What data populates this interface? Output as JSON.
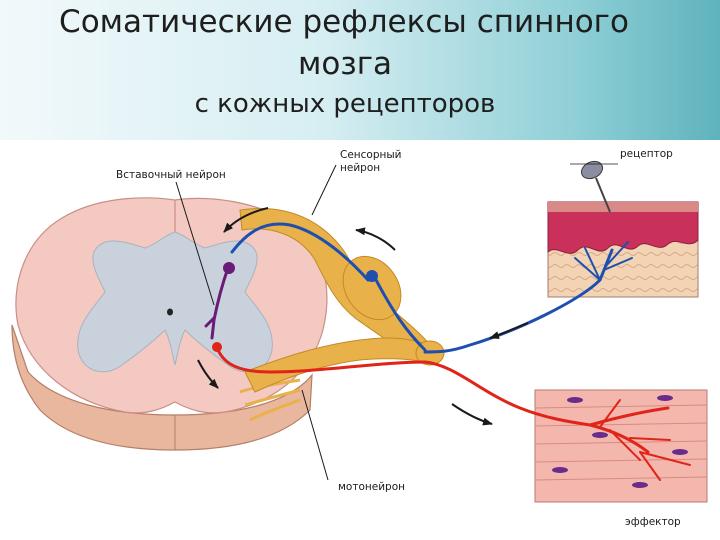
{
  "slide": {
    "title_line1": "Соматические рефлексы спинного",
    "title_line2": "мозга",
    "title_line3": "с кожных рецепторов"
  },
  "labels": {
    "interneuron": "Вставочный нейрон",
    "sensory_neuron_1": "Сенсорный",
    "sensory_neuron_2": "нейрон",
    "receptor": "рецептор",
    "motor_neuron": "мотонейрон",
    "effector": "эффектор"
  },
  "colors": {
    "sensory_pathway": "#1e4fb0",
    "motor_pathway": "#e02418",
    "interneuron": "#6a1b78",
    "nerve": "#e8b14a",
    "white_matter": "#f4c9c1",
    "gray_matter": "#c9d2dc",
    "skin": "#c9305a",
    "muscle": "#f3b7ae"
  }
}
